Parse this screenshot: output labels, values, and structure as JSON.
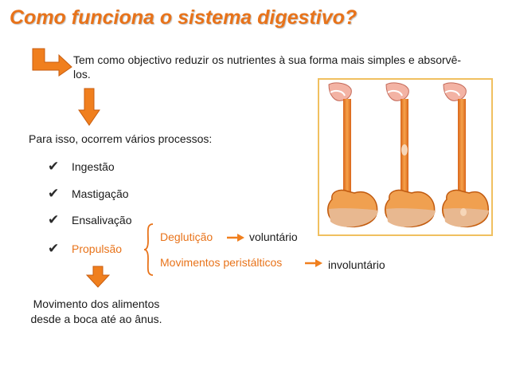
{
  "title": "Como funciona o sistema digestivo?",
  "intro": "Tem como objectivo reduzir os nutrientes à sua forma mais simples e absorvê-los.",
  "processes_intro": "Para isso, ocorrem vários processos:",
  "processes": [
    {
      "label": "Ingestão",
      "highlight": false
    },
    {
      "label": "Mastigação",
      "highlight": false
    },
    {
      "label": "Ensalivação",
      "highlight": false
    },
    {
      "label": "Propulsão",
      "highlight": true
    }
  ],
  "propulsion": {
    "deglutition": "Deglutição",
    "deglutition_type": "voluntário",
    "peristalsis": "Movimentos peristálticos",
    "peristalsis_type": "involuntário"
  },
  "movement_text": "Movimento dos alimentos desde a boca até ao ânus.",
  "colors": {
    "accent": "#e8731a",
    "arrow": "#f07f1e",
    "frame": "#f0c060"
  },
  "icons": [
    "elbow-arrow-icon",
    "down-arrow-icon",
    "check-icon",
    "right-arrow-icon",
    "brace-icon"
  ]
}
